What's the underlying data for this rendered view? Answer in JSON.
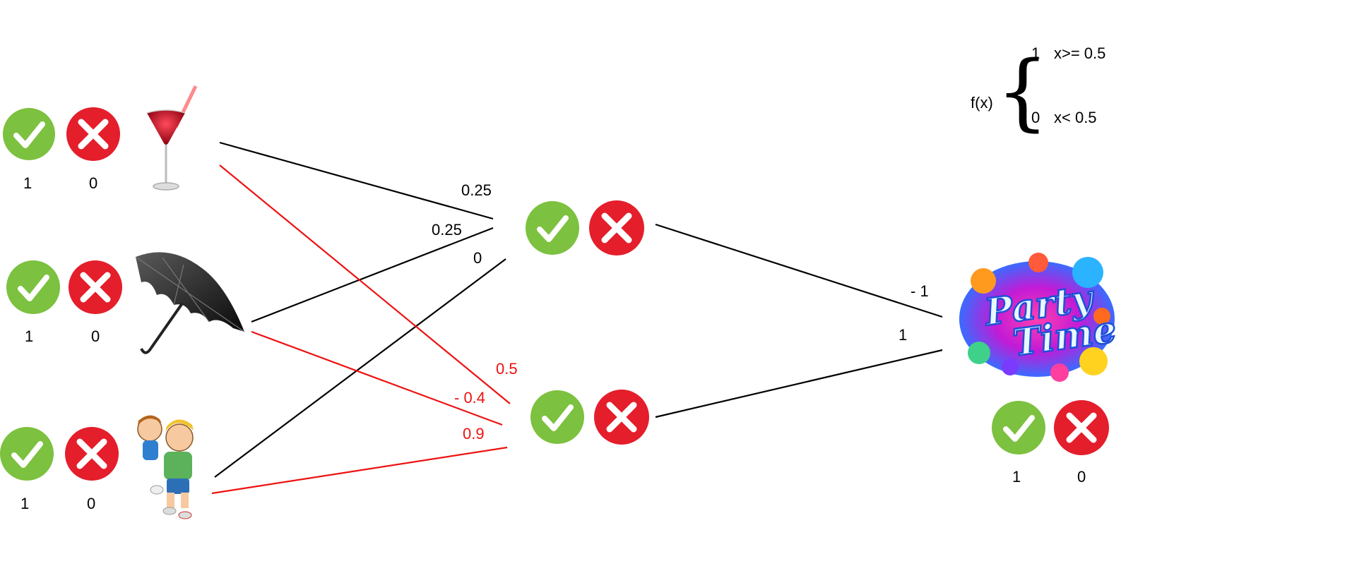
{
  "formula": {
    "name": "f(x)",
    "case_true_value": "1",
    "case_true_condition": "x>= 0.5",
    "case_false_value": "0",
    "case_false_condition": "x< 0.5"
  },
  "inputs": [
    {
      "icon": "cocktail-icon",
      "yes_label": "1",
      "no_label": "0"
    },
    {
      "icon": "umbrella-icon",
      "yes_label": "1",
      "no_label": "0"
    },
    {
      "icon": "children-icon",
      "yes_label": "1",
      "no_label": "0"
    }
  ],
  "hidden_nodes": [
    {
      "icon": "check-cross-pair"
    },
    {
      "icon": "check-cross-pair"
    }
  ],
  "output": {
    "icon": "party-time-logo",
    "logo_text_line1": "Party",
    "logo_text_line2": "Time",
    "yes_label": "1",
    "no_label": "0"
  },
  "weights": [
    {
      "from": "input-1",
      "to": "hidden-1",
      "value": "0.25",
      "color": "#000000"
    },
    {
      "from": "input-2",
      "to": "hidden-1",
      "value": "0.25",
      "color": "#000000"
    },
    {
      "from": "input-3",
      "to": "hidden-1",
      "value": "0",
      "color": "#000000"
    },
    {
      "from": "input-1",
      "to": "hidden-2",
      "value": "0.5",
      "color": "#ee1111"
    },
    {
      "from": "input-2",
      "to": "hidden-2",
      "value": "- 0.4",
      "color": "#ee1111"
    },
    {
      "from": "input-3",
      "to": "hidden-2",
      "value": "0.9",
      "color": "#ee1111"
    },
    {
      "from": "hidden-1",
      "to": "output",
      "value": "- 1",
      "color": "#000000"
    },
    {
      "from": "hidden-2",
      "to": "output",
      "value": "1",
      "color": "#000000"
    }
  ],
  "colors": {
    "check_green": "#7cc13f",
    "cross_red": "#e41e2b",
    "positive_line": "#000000",
    "negative_line": "#ee1111"
  }
}
